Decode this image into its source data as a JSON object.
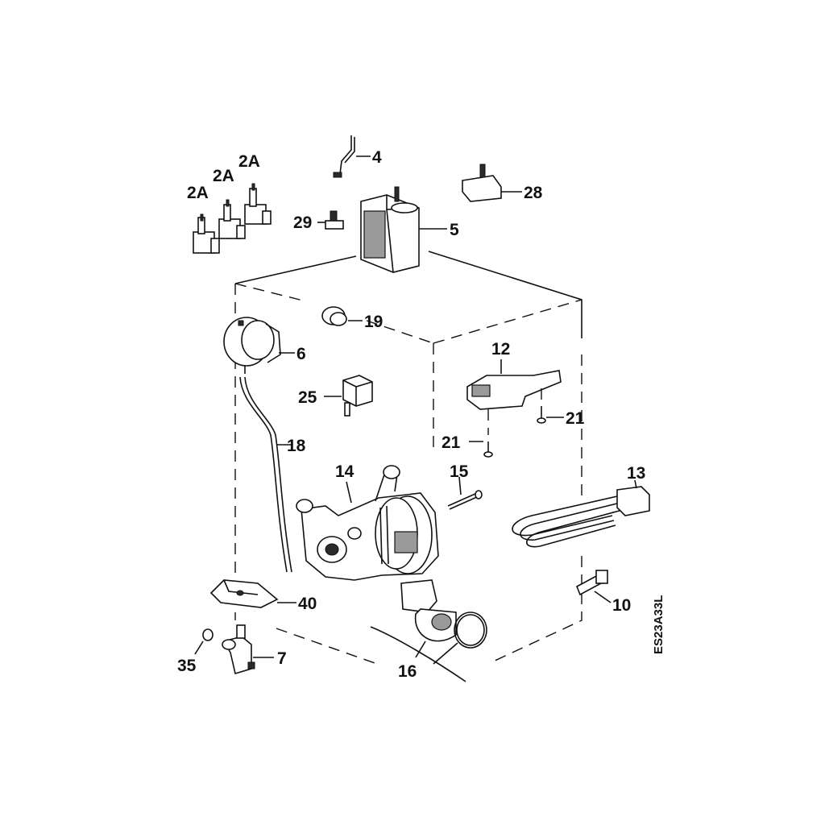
{
  "diagram": {
    "code": "ES23A33L",
    "labels": {
      "p2a_left": "2A",
      "p2a_mid": "2A",
      "p2a_right": "2A",
      "p4": "4",
      "p5": "5",
      "p6": "6",
      "p7": "7",
      "p10": "10",
      "p12": "12",
      "p13": "13",
      "p14": "14",
      "p15": "15",
      "p16": "16",
      "p18": "18",
      "p19": "19",
      "p21_right": "21",
      "p21_left": "21",
      "p25": "25",
      "p28": "28",
      "p29": "29",
      "p35": "35",
      "p40": "40"
    }
  }
}
